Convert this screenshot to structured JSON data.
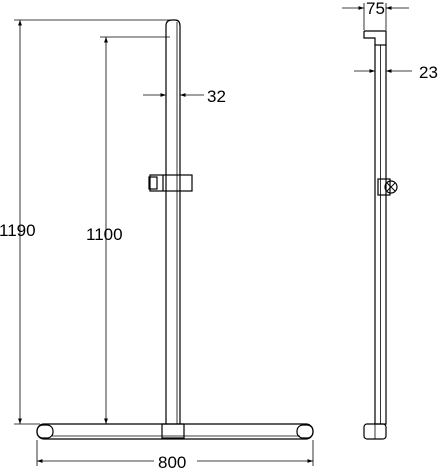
{
  "dimensions": {
    "total_height": "1190",
    "bar_height": "1100",
    "bar_diameter": "32",
    "base_width": "800",
    "side_depth": "75",
    "side_tube": "23"
  },
  "views": [
    "front-view",
    "side-view"
  ],
  "colors": {
    "line": "#000000",
    "background": "#ffffff"
  }
}
